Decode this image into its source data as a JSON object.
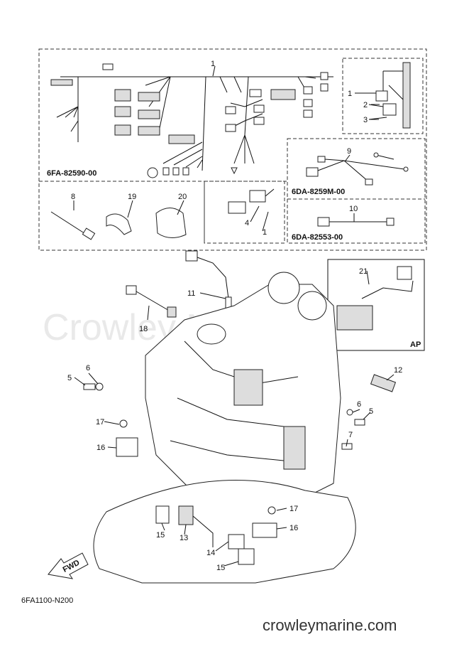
{
  "watermark": "Crowley Marine",
  "site": "crowleymarine.com",
  "diagram_code": "6FA1100-N200",
  "fwd_label": "FWD",
  "ap_label": "AP",
  "part_codes": {
    "harness": "6FA-82590-00",
    "harness_b": "6DA-8259M-00",
    "harness_c": "6DA-82553-00"
  },
  "callouts": {
    "c1": "1",
    "c1b": "1",
    "c1c": "1",
    "c2": "2",
    "c3": "3",
    "c4": "4",
    "c5a": "5",
    "c5b": "5",
    "c6a": "6",
    "c6b": "6",
    "c7": "7",
    "c8": "8",
    "c9": "9",
    "c10": "10",
    "c11": "11",
    "c12": "12",
    "c13": "13",
    "c14": "14",
    "c15a": "15",
    "c15b": "15",
    "c16a": "16",
    "c16b": "16",
    "c17a": "17",
    "c17b": "17",
    "c18": "18",
    "c19": "19",
    "c20": "20",
    "c21": "21"
  }
}
